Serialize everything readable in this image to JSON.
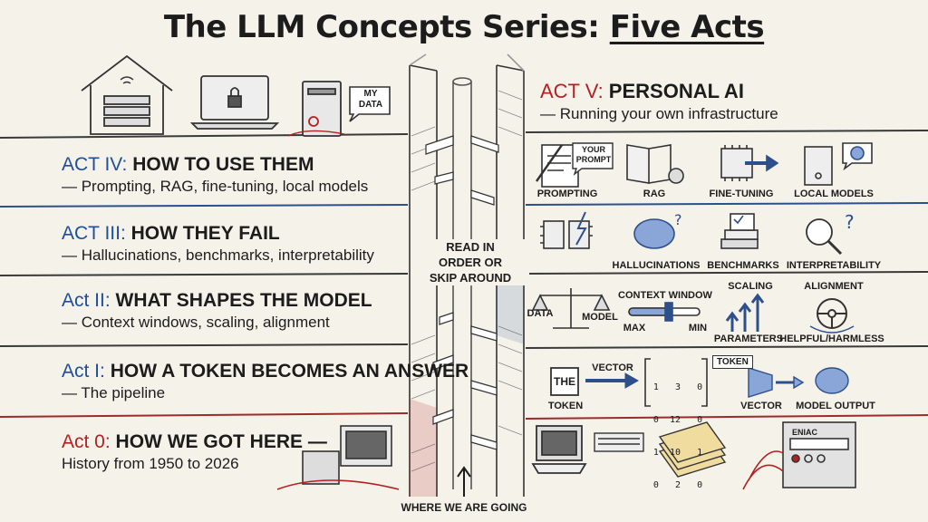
{
  "title": {
    "main": "The LLM Concepts Series: ",
    "underlined": "Five Acts"
  },
  "acts_left": [
    {
      "num": "ACT IV:",
      "name": " HOW TO USE THEM",
      "sub": "— Prompting, RAG, fine-tuning, local models"
    },
    {
      "num": "ACT III:",
      "name": " HOW THEY FAIL",
      "sub": "— Hallucinations, benchmarks, interpretability"
    },
    {
      "num": "Act II:",
      "name": " WHAT SHAPES THE MODEL",
      "sub": "— Context windows, scaling, alignment"
    },
    {
      "num": "Act I:",
      "name": " HOW A TOKEN BECOMES AN ANSWER",
      "sub": "— The pipeline"
    },
    {
      "num": "Act 0:",
      "name": " HOW WE GOT HERE —",
      "sub": "History from 1950 to 2026"
    }
  ],
  "act_v": {
    "num": "ACT V:",
    "name": " PERSONAL AI",
    "sub": "— Running your own infrastructure"
  },
  "bubbles": {
    "my_data": [
      "MY",
      "DATA"
    ],
    "your_prompt": [
      "YOUR",
      "PROMPT"
    ]
  },
  "row_act4": [
    "PROMPTING",
    "RAG",
    "FINE-TUNING",
    "LOCAL MODELS"
  ],
  "row_act3": [
    "HALLUCINATIONS",
    "BENCHMARKS",
    "INTERPRETABILITY"
  ],
  "row_act2": {
    "data": "DATA",
    "model": "MODEL",
    "context_window": "CONTEXT WINDOW",
    "max": "MAX",
    "min": "MIN",
    "scaling": "SCALING",
    "parameters": "PARAMETERS",
    "alignment": "ALIGNMENT",
    "helpful": "HELPFUL/HARMLESS"
  },
  "row_act1": {
    "the": "THE",
    "token": "TOKEN",
    "vector_top": "VECTOR",
    "matrix": [
      "1   3   0",
      "0  12   0",
      "1  10   1",
      "0   2   0"
    ],
    "token_box": "TOKEN",
    "vector": "VECTOR",
    "model_output": "MODEL OUTPUT"
  },
  "row_act0": {
    "eniac": "ENIAC"
  },
  "stair_label": [
    "READ IN",
    "ORDER OR",
    "SKIP AROUND"
  ],
  "bottom_label": "WHERE WE ARE GOING"
}
